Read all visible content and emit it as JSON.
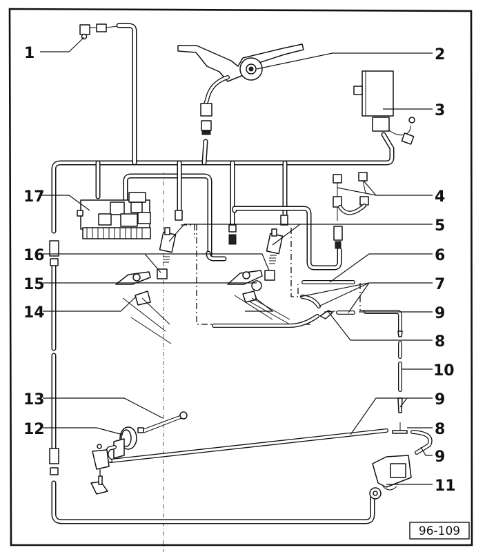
{
  "figure": {
    "reference_number": "96-109",
    "callouts": [
      {
        "id": "c1",
        "label": "1"
      },
      {
        "id": "c2",
        "label": "2"
      },
      {
        "id": "c3",
        "label": "3"
      },
      {
        "id": "c4",
        "label": "4"
      },
      {
        "id": "c5",
        "label": "5"
      },
      {
        "id": "c6",
        "label": "6"
      },
      {
        "id": "c7",
        "label": "7"
      },
      {
        "id": "c9a",
        "label": "9"
      },
      {
        "id": "c8a",
        "label": "8"
      },
      {
        "id": "c10",
        "label": "10"
      },
      {
        "id": "c9b",
        "label": "9"
      },
      {
        "id": "c8b",
        "label": "8"
      },
      {
        "id": "c9c",
        "label": "9"
      },
      {
        "id": "c11",
        "label": "11"
      },
      {
        "id": "c12",
        "label": "12"
      },
      {
        "id": "c13",
        "label": "13"
      },
      {
        "id": "c14",
        "label": "14"
      },
      {
        "id": "c15",
        "label": "15"
      },
      {
        "id": "c16",
        "label": "16"
      },
      {
        "id": "c17",
        "label": "17"
      }
    ]
  }
}
